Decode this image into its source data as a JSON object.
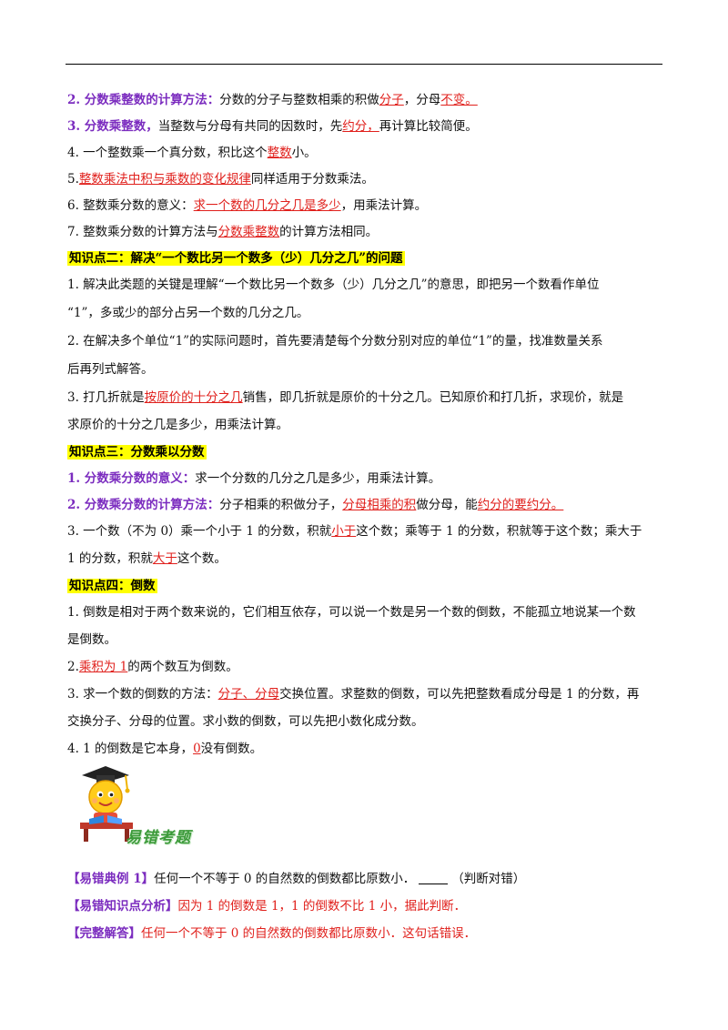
{
  "l1": {
    "head": "2. 分数乘整数的计算方法：",
    "t1": "分数的分子与整数相乘的积做",
    "r1": "分子",
    "t2": "，分母",
    "r2": "不变。"
  },
  "l2": {
    "head": "3.  分数乘整数，",
    "t1": "当整数与分母有共同的因数时，先",
    "r1": "约分，",
    "t2": "再计算比较简便。"
  },
  "l3": {
    "t1": "4. 一个整数乘一个真分数，积比这个",
    "r1": "整数",
    "t2": "小。"
  },
  "l4": {
    "r1": "整数乘法中积与乘数的变化规律",
    "t0": "5.",
    "t2": "同样适用于分数乘法。"
  },
  "l5": {
    "t1": "6. 整数乘分数的意义：",
    "r1": "求一个数的几分之几是多少",
    "t2": "，用乘法计算。"
  },
  "l6": {
    "t1": "7. 整数乘分数的计算方法与",
    "r1": "分数乘整数",
    "t2": "的计算方法相同。"
  },
  "k2": {
    "title": "知识点二：解决“一个数比另一个数多（少）几分之几”的问题"
  },
  "k2a": {
    "t1": "1. 解决此类题的关键是理解“一个数比另一个数多（少）几分之几”的意思，即把另一个数看作单位",
    "t2": "“1”，多或少的部分占另一个数的几分之几。"
  },
  "k2b": {
    "t1": "2.  在解决多个单位“1”的实际问题时，首先要清楚每个分数分别对应的单位“1”的量，找准数量关系",
    "t2": "后再列式解答。"
  },
  "k2c": {
    "t1": "3.  打几折就是",
    "r1": "按原价的十分之几",
    "t2": "销售，即几折就是原价的十分之几。已知原价和打几折，求现价，就是",
    "t3": "求原价的十分之几是多少，用乘法计算。"
  },
  "k3": {
    "title": "知识点三：分数乘以分数"
  },
  "k3a": {
    "head": "1. 分数乘分数的意义：",
    "t1": "求一个分数的几分之几是多少，用乘法计算。"
  },
  "k3b": {
    "head": "2. 分数乘分数的计算方法：",
    "t1": "分子相乘的积做分子，",
    "r1": "分母相乘的积",
    "t2": "做分母，能",
    "r2": "约分的要约分。"
  },
  "k3c": {
    "t1": "3.  一个数（不为 0）乘一个小于 1 的分数，积就",
    "r1": "小于",
    "t2": "这个数；乘等于 1 的分数，积就等于这个数；乘大于",
    "t3": "1 的分数，积就",
    "r2": "大于",
    "t4": "这个数。"
  },
  "k4": {
    "title": "知识点四：倒数"
  },
  "k4a": {
    "t1": "1. 倒数是相对于两个数来说的，它们相互依存，可以说一个数是另一个数的倒数，不能孤立地说某一个数",
    "t2": "是倒数。"
  },
  "k4b": {
    "t0": "2.",
    "r1": "乘积为 1",
    "t1": "的两个数互为倒数。"
  },
  "k4c": {
    "t1": "3. 求一个数的倒数的方法：",
    "r1": "分子、分母",
    "t2": "交换位置。求整数的倒数，可以先把整数看成分母是 1 的分数，再",
    "t3": "交换分子、分母的位置。求小数的倒数，可以先把小数化成分数。"
  },
  "k4d": {
    "t1": "4.  1 的倒数是它本身，",
    "r1": "0",
    "t2": "没有倒数。"
  },
  "mascot": {
    "label": "易错考题"
  },
  "ex1": {
    "tag": "【易错典例 1】",
    "t1": "任何一个不等于 0 的自然数的倒数都比原数小．",
    "t2": "（判断对错）"
  },
  "ex2": {
    "tag": "【易错知识点分析】",
    "t1": "因为 1 的倒数是 1，1 的倒数不比 1 小，据此判断．"
  },
  "ex3": {
    "tag": "【完整解答】",
    "t1": "任何一个不等于 0 的自然数的倒数都比原数小．这句话错误．"
  },
  "colors": {
    "red": "#e0201c",
    "purple": "#7b2cbf",
    "highlight": "#ffff00"
  }
}
